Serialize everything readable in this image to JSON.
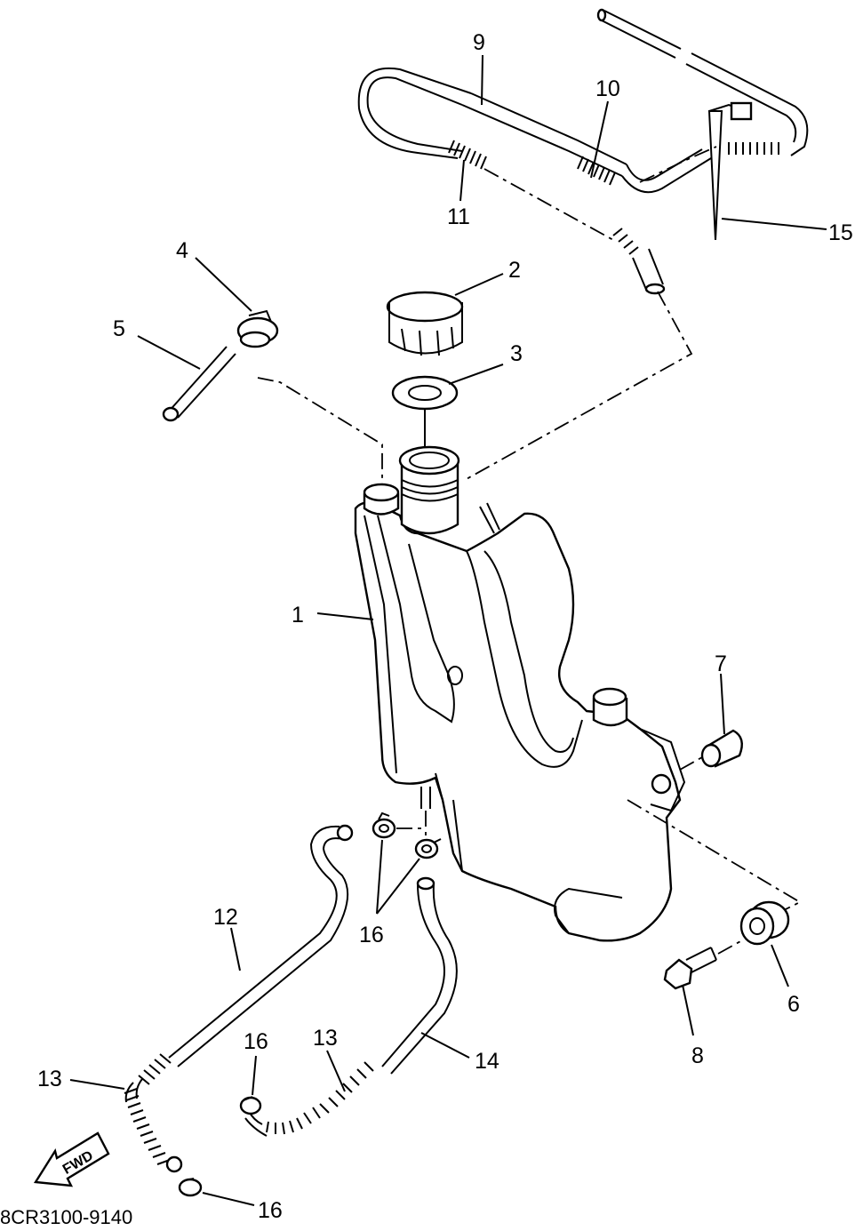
{
  "diagram_code": "8CR3100-9140",
  "fwd_label": "FWD",
  "callouts": {
    "c1": "1",
    "c2": "2",
    "c3": "3",
    "c4": "4",
    "c5": "5",
    "c6": "6",
    "c7": "7",
    "c8": "8",
    "c9": "9",
    "c10": "10",
    "c11": "11",
    "c12": "12",
    "c13a": "13",
    "c13b": "13",
    "c14": "14",
    "c15": "15",
    "c16a": "16",
    "c16b": "16",
    "c16c": "16"
  }
}
